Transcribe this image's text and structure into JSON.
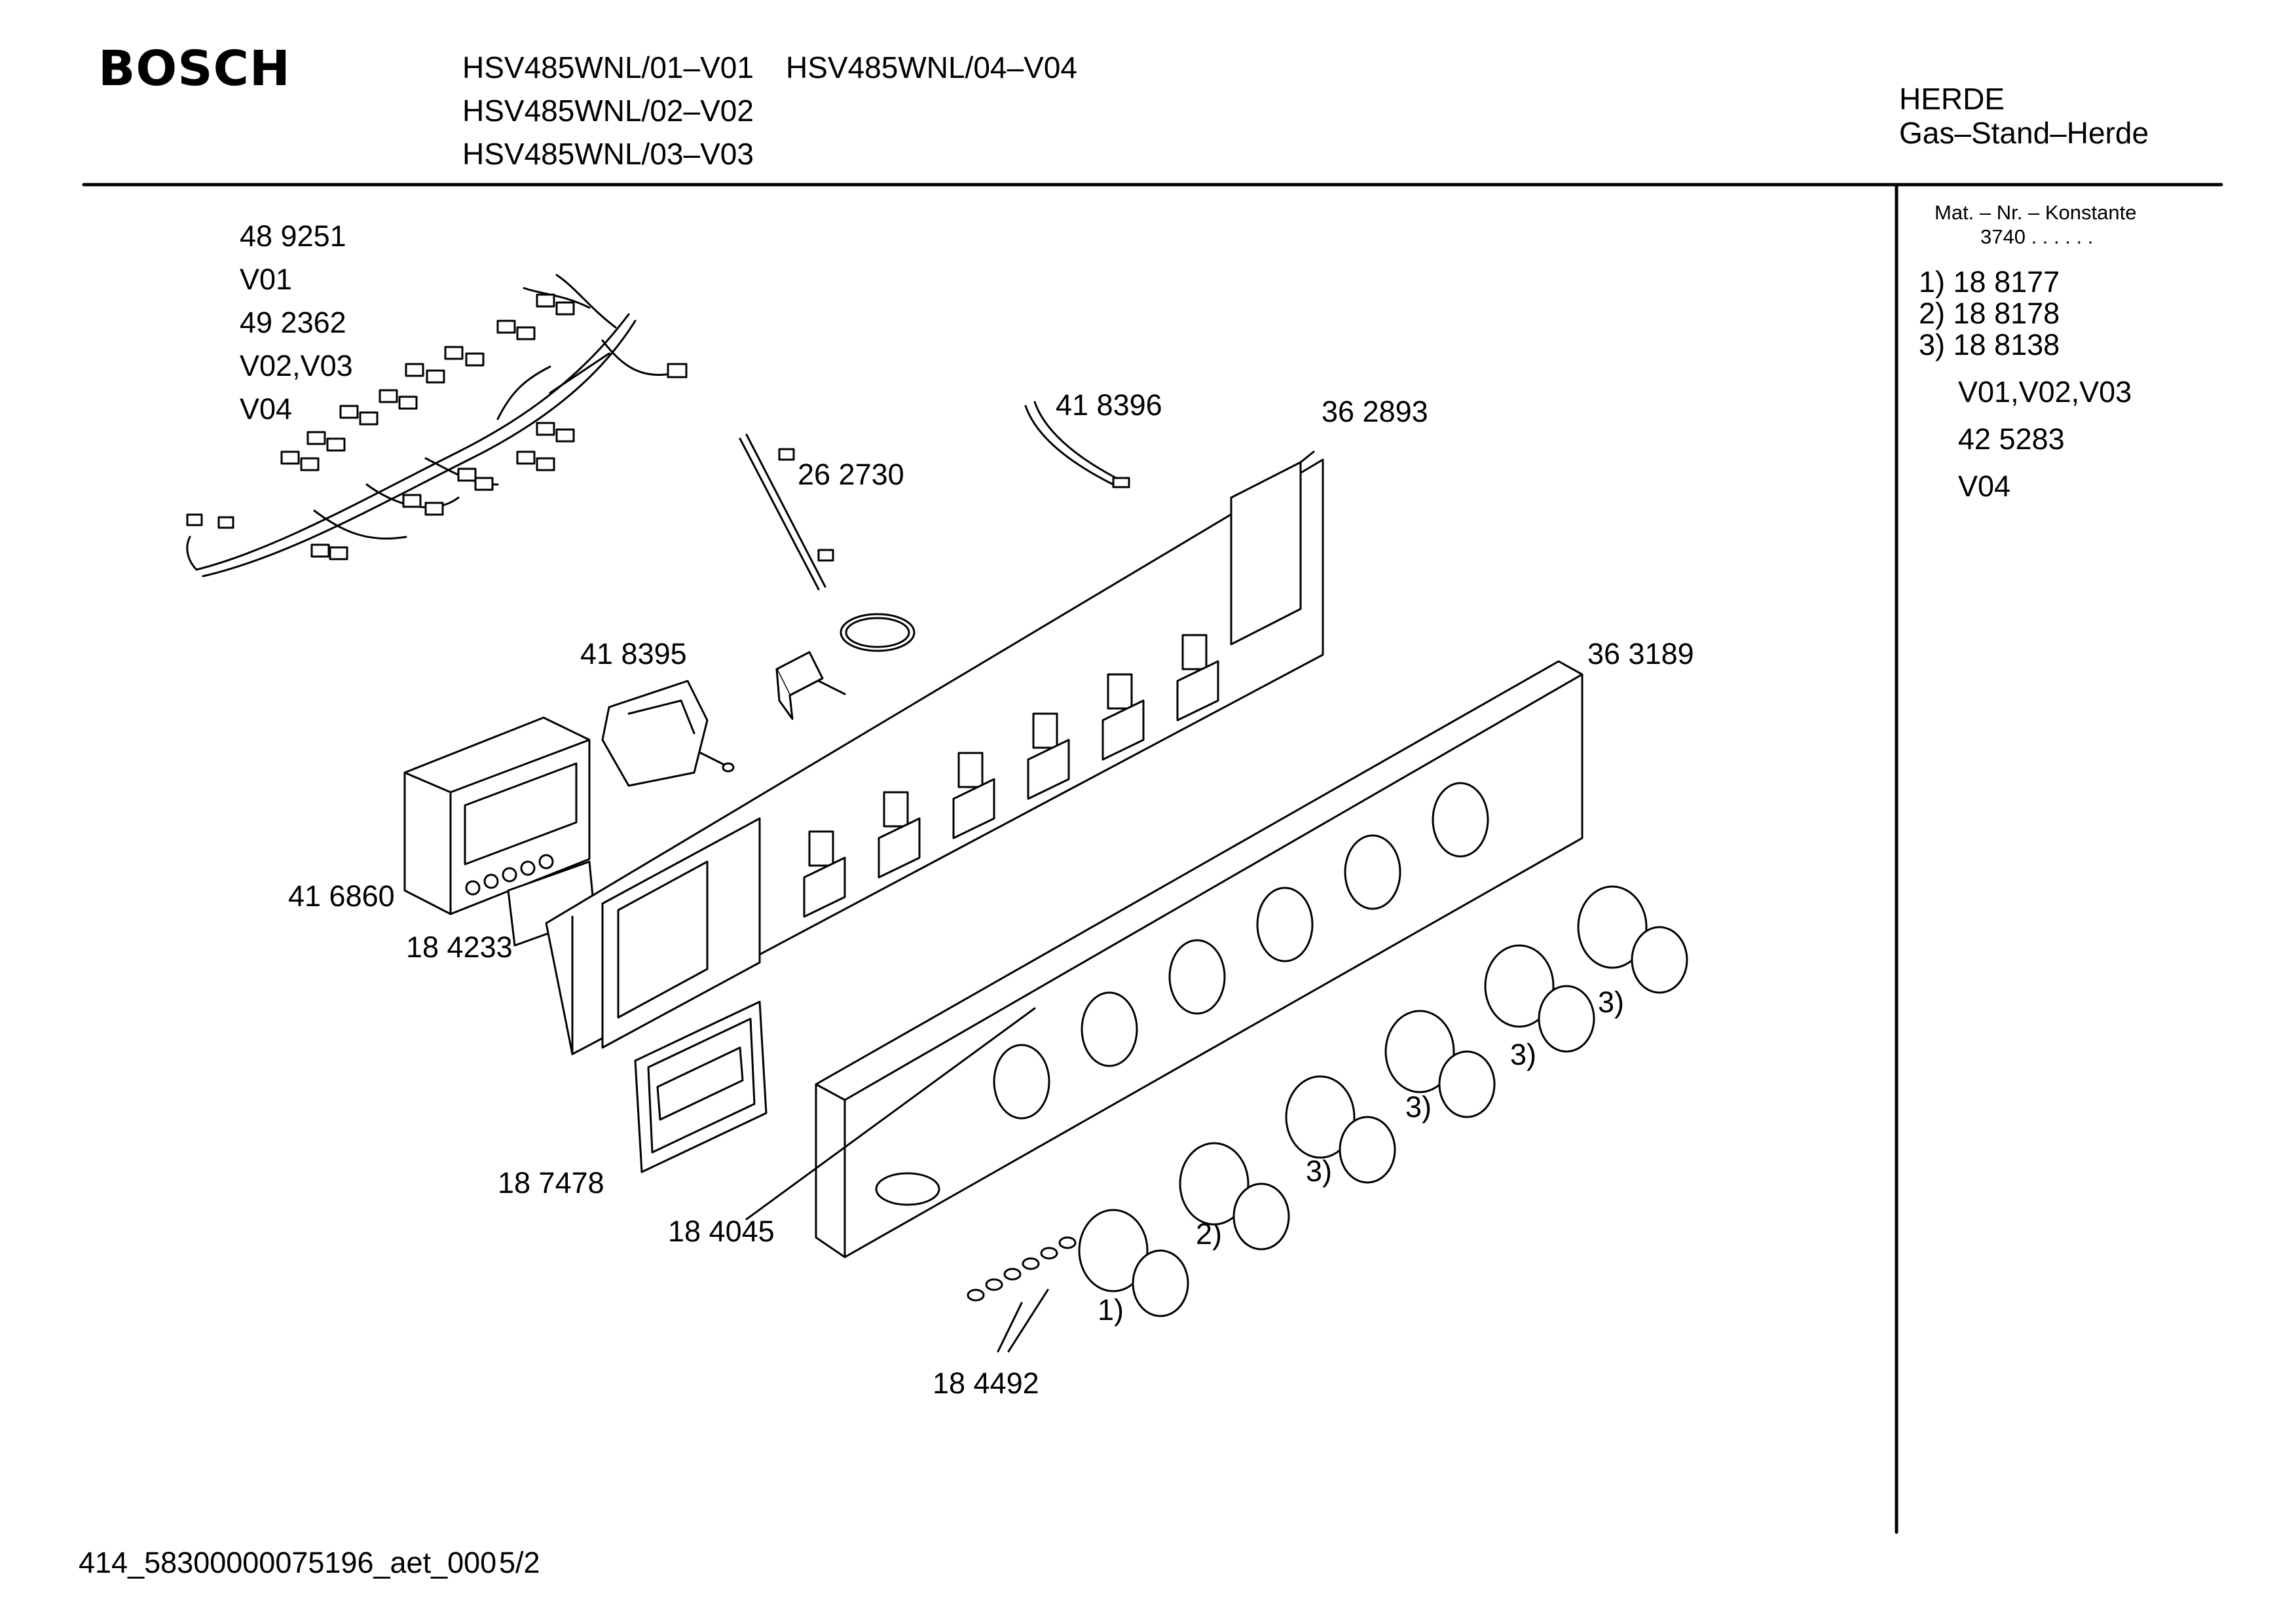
{
  "header": {
    "brand": "BOSCH",
    "models": [
      "HSV485WNL/01–V01",
      "HSV485WNL/04–V04",
      "HSV485WNL/02–V02",
      "HSV485WNL/03–V03"
    ],
    "category": "HERDE",
    "subcategory": "Gas–Stand–Herde"
  },
  "legend": {
    "title": "Mat. – Nr. – Konstante",
    "code": "3740 . .   . . . .",
    "items": [
      "1)  18 8177",
      "2)  18 8178",
      "3)  18 8138"
    ],
    "variants": [
      "V01,V02,V03",
      "42 5283",
      "V04"
    ]
  },
  "parts": {
    "p489251": "48 9251",
    "v01": "V01",
    "p492362": "49 2362",
    "v0203": "V02,V03",
    "v04": "V04",
    "p262730": "26 2730",
    "p418396": "41 8396",
    "p362893": "36 2893",
    "p418395": "41 8395",
    "p363189": "36 3189",
    "p416860": "41 6860",
    "p184233": "18 4233",
    "p187478": "18 7478",
    "p184045": "18 4045",
    "p184492": "18 4492"
  },
  "knob_refs": [
    "1)",
    "2)",
    "3)",
    "3)",
    "3)",
    "3)"
  ],
  "footer": {
    "doc_id": "414_58300000075196_aet_000",
    "page": "5/2"
  }
}
